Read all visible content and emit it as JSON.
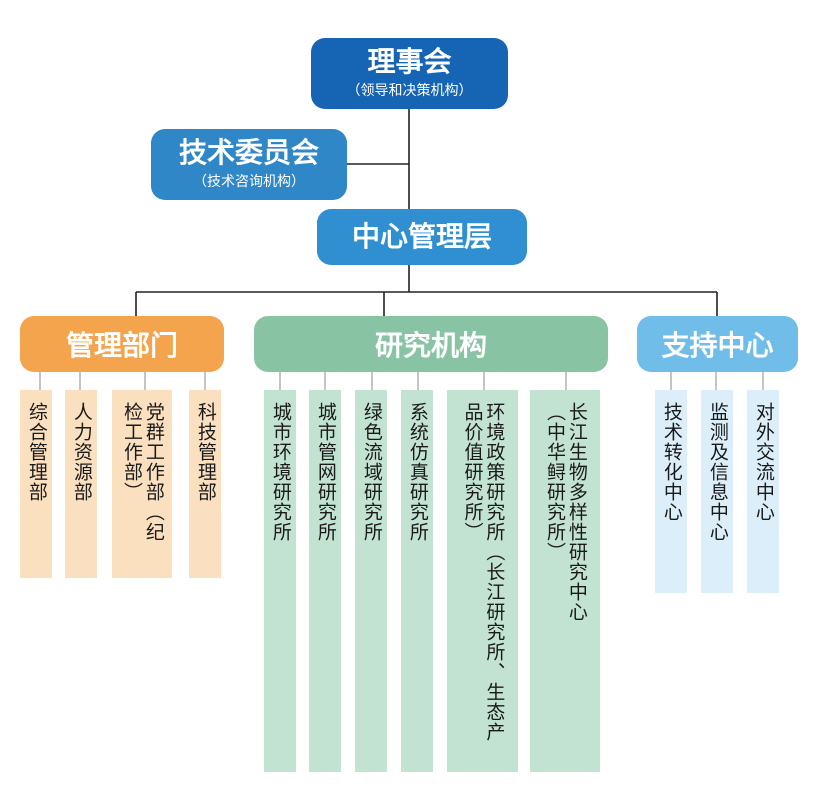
{
  "top": {
    "board": {
      "title": "理事会",
      "subtitle": "（领导和决策机构）"
    },
    "tech_committee": {
      "title": "技术委员会",
      "subtitle": "（技术咨询机构）"
    },
    "management": {
      "title": "中心管理层"
    }
  },
  "categories": {
    "management_dept": "管理部门",
    "research": "研究机构",
    "support": "支持中心"
  },
  "management_units": [
    "综合管理部",
    "人力资源部",
    "党群工作部（纪检工作部）",
    "科技管理部"
  ],
  "research_units": [
    "城市环境研究所",
    "城市管网研究所",
    "绿色流域研究所",
    "系统仿真研究所",
    "环境政策研究所（长江研究所、生态产品价值研究所）",
    "长江生物多样性研究中心（中华鲟研究所）"
  ],
  "support_units": [
    "技术转化中心",
    "监测及信息中心",
    "对外交流中心"
  ],
  "colors": {
    "board": "#1565b4",
    "tech_committee": "#2f87c8",
    "management": "#2f8fd0",
    "management_dept": "#f3a44d",
    "research": "#88c4a4",
    "support": "#6fbde8"
  }
}
